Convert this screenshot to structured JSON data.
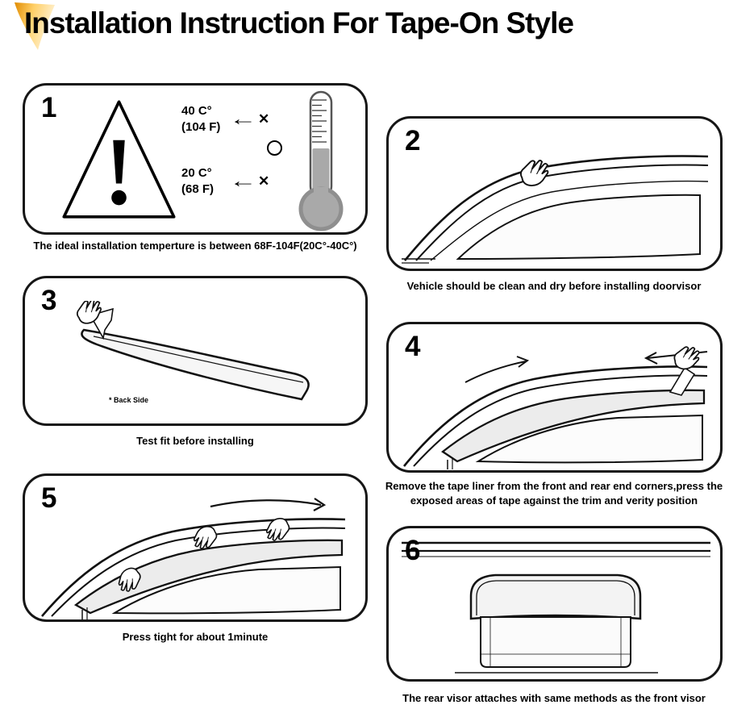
{
  "header": {
    "title": "Installation Instruction For Tape-On Style"
  },
  "icons": {
    "cross": "✕",
    "arrow_left": "←",
    "ok_circle": "circle-outline",
    "warning": "warning-triangle",
    "thermometer": "thermometer",
    "hand": "hand"
  },
  "colors": {
    "logo_orange": "#e8920a",
    "logo_light": "#fff3d6",
    "thermometer_gray": "#a9a9a9",
    "line_black": "#161616"
  },
  "steps": [
    {
      "number": "1",
      "caption": "The ideal installation temperture is between 68F-104F(20C°-40C°)",
      "temps": {
        "high_c": "40 C°",
        "high_f": "(104 F)",
        "low_c": "20 C°",
        "low_f": "(68 F)"
      }
    },
    {
      "number": "2",
      "caption": "Vehicle should be clean and dry before installing doorvisor"
    },
    {
      "number": "3",
      "caption": "Test fit before installing",
      "note": "* Back Side"
    },
    {
      "number": "4",
      "caption": "Remove the tape liner from the front and rear end corners,press the exposed areas of tape against the trim and verity position"
    },
    {
      "number": "5",
      "caption": "Press tight for about 1minute"
    },
    {
      "number": "6",
      "caption": "The rear visor attaches with same methods as the front visor"
    }
  ]
}
